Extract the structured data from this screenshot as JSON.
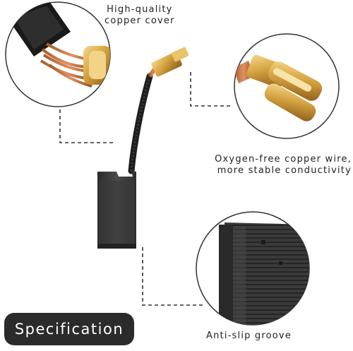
{
  "callouts": {
    "top_line1": "High-quality",
    "top_line2": "copper cover",
    "right_line1": "Oxygen-free copper wire,",
    "right_line2": "more stable conductivity",
    "bottom": "Anti-slip groove"
  },
  "badge": {
    "label": "Specification"
  },
  "colors": {
    "carbon": "#3a3a3a",
    "copper": "#c8703a",
    "brass": "#d4a240",
    "badge": "#2b2b2b"
  }
}
